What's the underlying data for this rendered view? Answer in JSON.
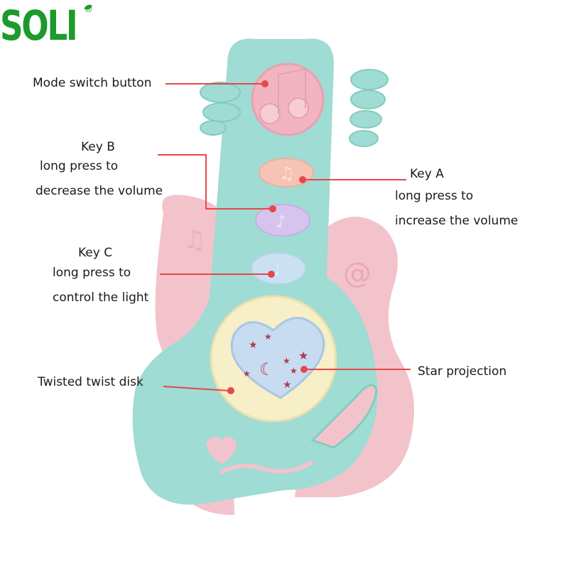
{
  "brand": {
    "logo_text": "SOLI",
    "registered_mark": "®",
    "logo_color": "#1d9a2c"
  },
  "colors": {
    "body_mint": "#9fdcd3",
    "body_mint_dark": "#7fc9bf",
    "body_pink": "#f3c3cc",
    "button_pink": "#f1b4c0",
    "button_peach": "#f6c3b4",
    "button_lilac": "#d7c4ee",
    "button_blue": "#c9e1f3",
    "disk_yellow": "#f6efc7",
    "heart_blue": "#c7dcf1",
    "pointer_red": "#e54848"
  },
  "annotations": {
    "mode": "Mode switch button",
    "key_b": {
      "line1": "Key B",
      "line2": "long press to",
      "line3": "decrease the volume"
    },
    "key_a": {
      "line1": "Key A",
      "line2": "long press to",
      "line3": "increase the volume"
    },
    "key_c": {
      "line1": "Key C",
      "line2": "long press to",
      "line3": "control the light"
    },
    "twist": "Twisted twist disk",
    "star": "Star projection"
  },
  "icons": [
    "music-note-icon",
    "star-icon",
    "heart-icon",
    "moon-icon",
    "swirl-icon"
  ]
}
